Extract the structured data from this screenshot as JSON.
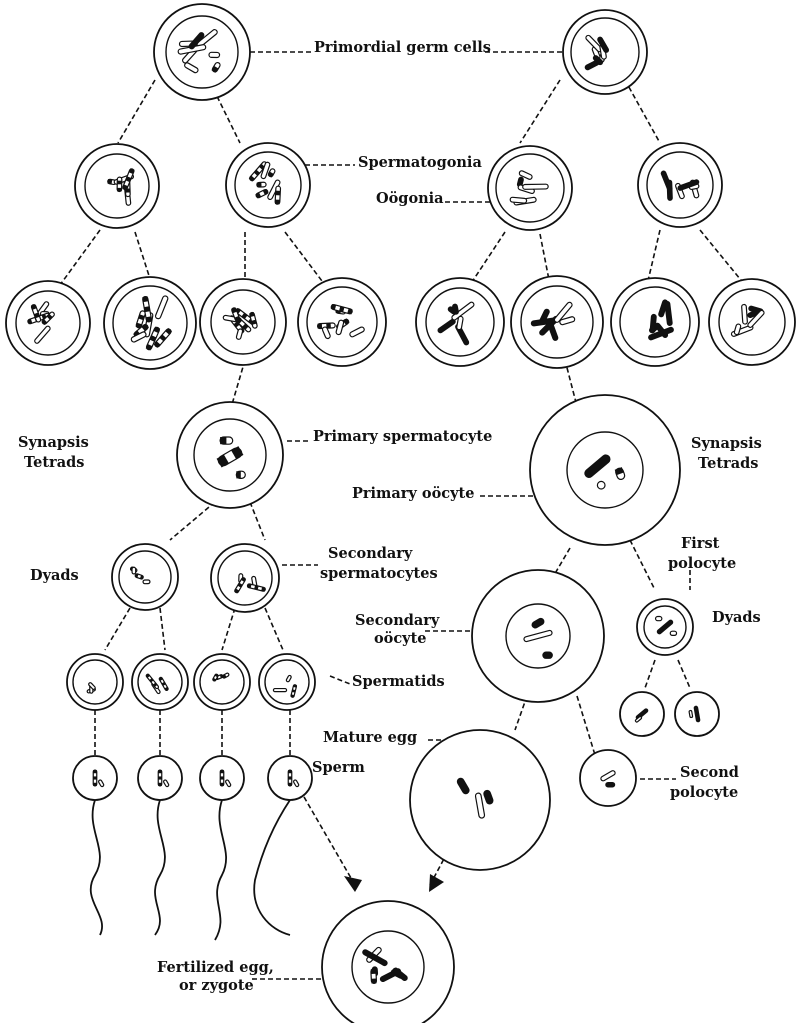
{
  "labels": {
    "primordial_germ_cells": "Primordial germ cells",
    "spermatogonia": "Spermatogonia",
    "oogonia": "Oögonia",
    "synapsis_left": "Synapsis",
    "tetrads_left": "Tetrads",
    "primary_spermatocyte": "Primary spermatocyte",
    "synapsis_right": "Synapsis",
    "tetrads_right": "Tetrads",
    "primary_oocyte": "Primary oöcyte",
    "dyads_left": "Dyads",
    "secondary_spermatocytes_line1": "Secondary",
    "secondary_spermatocytes_line2": "spermatocytes",
    "first_polocyte_line1": "First",
    "first_polocyte_line2": "polocyte",
    "secondary_oocyte_line1": "Secondary",
    "secondary_oocyte_line2": "oöcyte",
    "dyads_right": "Dyads",
    "spermatids": "Spermatids",
    "mature_egg": "Mature egg",
    "sperm": "Sperm",
    "second_polocyte_line1": "Second",
    "second_polocyte_line2": "polocyte",
    "fertilized_egg_line1": "Fertilized egg,",
    "fertilized_egg_line2": "or zygote"
  },
  "colors": {
    "ink": "#111111",
    "paper": "#ffffff"
  }
}
